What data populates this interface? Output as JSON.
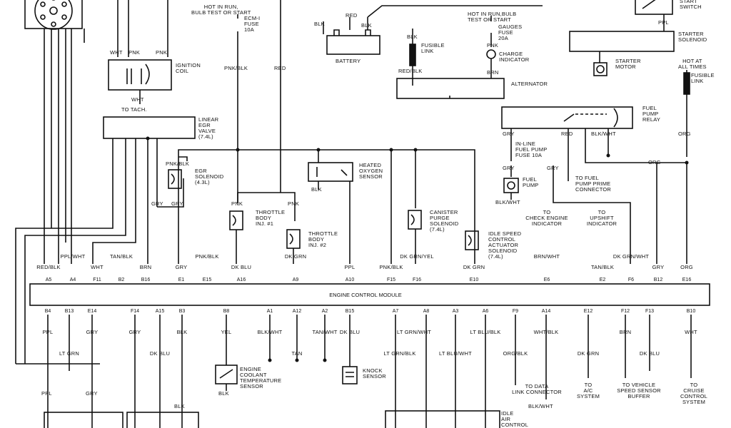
{
  "ecm": {
    "title": "ENGINE CONTROL MODULE"
  },
  "top_labels": {
    "hot_run_bulb": "HOT IN RUN,\nBULB TEST OR START",
    "ecm_fuse": "ECM-I\nFUSE\n10A",
    "hot_run_gauges": "HOT IN RUN,BULB\nTEST OR START",
    "gauges_fuse": "GAUGES\nFUSE\n20A",
    "charge_indicator": "CHARGE\nINDICATOR",
    "start_switch": "START\nSWITCH",
    "starter_solenoid": "STARTER\nSOLENOID",
    "starter_motor": "STARTER\nMOTOR",
    "hot_all_times": "HOT AT\nALL TIMES",
    "fusible_link_r": "FUSIBLE\nLINK",
    "fusible_link": "FUSIBLE\nLINK",
    "battery": "BATTERY",
    "alternator": "ALTERNATOR",
    "ignition_coil": "IGNITION\nCOIL",
    "to_tach": "TO TACH.",
    "linear_egr": "LINEAR\nEGR\nVALVE\n(7.4L)",
    "fuel_pump_relay": "FUEL\nPUMP\nRELAY",
    "inline_fuse": "IN-LINE\nFUEL PUMP\nFUSE 10A",
    "fuel_pump": "FUEL\nPUMP",
    "to_prime": "TO FUEL\nPUMP PRIME\nCONNECTOR",
    "egr_solenoid": "EGR\nSOLENOID\n(4.3L)",
    "heated_o2": "HEATED\nOXYGEN\nSENSOR",
    "throttle1": "THROTTLE\nBODY\nINJ. #1",
    "throttle2": "THROTTLE\nBODY\nINJ. #2",
    "canister": "CANISTER\nPURGE\nSOLENOID\n(7.4L)",
    "idle_speed": "IDLE SPEED\nCONTROL\nACTUATOR\nSOLENOID\n(7.4L)",
    "check_engine": "TO\nCHECK ENGINE\nINDICATOR",
    "upshift": "TO\nUPSHIFT\nINDICATOR",
    "ect_sensor": "ENGINE\nCOOLANT\nTEMPERATURE\nSENSOR",
    "knock_sensor": "KNOCK\nSENSOR",
    "to_data_link": "TO DATA\nLINK CONNECTOR",
    "to_ac": "TO\nA/C\nSYSTEM",
    "to_vss": "TO VEHICLE\nSPEED SENSOR\nBUFFER",
    "to_cruise": "TO\nCRUISE\nCONTROL\nSYSTEM",
    "idle_air": "IDLE\nAIR\nCONTROL"
  },
  "wire_colors": {
    "red1": "RED",
    "blk1": "BLK",
    "blk2": "BLK",
    "blk3": "BLK",
    "redblk": "RED/BLK",
    "pnk": "PNK",
    "brn": "BRN",
    "ppl_top": "PPL",
    "pnkblk": "PNK/BLK",
    "red_mid": "RED",
    "wht1": "WHT",
    "pnk1": "PNK",
    "pnk2": "PNK",
    "wht2": "WHT",
    "pnkblk2": "PNK/BLK",
    "gry1": "GRY",
    "gry2": "GRY",
    "blk_o2": "BLK",
    "pnk_t1": "PNK",
    "pnk_t2": "PNK",
    "gry_fp": "GRY",
    "red_fp": "RED",
    "blkwht_fp": "BLK/WHT",
    "org_fp": "ORG",
    "gry_fp2": "GRY",
    "gry_fp3": "GRY",
    "blkwht_pump": "BLK/WHT",
    "org_mid": "ORG"
  },
  "top_wire_labels": [
    "RED/BLK",
    "PPL/WHT",
    "WHT",
    "TAN/BLK",
    "BRN",
    "GRY",
    "PNK/BLK",
    "DK BLU",
    "DK GRN",
    "PPL",
    "PNK/BLK",
    "DK GRN/YEL",
    "DK GRN",
    "BRN/WHT",
    "TAN/BLK",
    "DK GRN/WHT",
    "GRY",
    "ORG"
  ],
  "top_pins": [
    "A5",
    "A4",
    "F11",
    "B2",
    "B16",
    "E1",
    "E15",
    "A16",
    "A9",
    "A10",
    "F15",
    "F16",
    "E10",
    "E6",
    "E2",
    "F6",
    "B12",
    "E16"
  ],
  "bottom_pins": [
    "B4",
    "B13",
    "E14",
    "F14",
    "A15",
    "B3",
    "B8",
    "A1",
    "A12",
    "A2",
    "B15",
    "A7",
    "A8",
    "A3",
    "A6",
    "F9",
    "A14",
    "E12",
    "F12",
    "F13",
    "B10"
  ],
  "bottom_wire_labels": [
    "PPL",
    "GRY",
    "GRY",
    "BLK",
    "YEL",
    "BLK/WHT",
    "TAN/WHT",
    "DK BLU",
    "LT GRN/WHT",
    "LT BLU/BLK",
    "WHT/BLK",
    "BRN",
    "WHT"
  ],
  "bottom_wire_labels2": [
    "LT GRN",
    "DK BLU",
    "TAN",
    "LT GRN/BLK",
    "LT BLU/WHT",
    "ORG/BLK",
    "DK GRN",
    "DK BLU"
  ],
  "bottom_misc": {
    "ppl": "PPL",
    "gry": "GRY",
    "blk_ect": "BLK",
    "blk_low": "BLK",
    "blkwht_low": "BLK/WHT"
  }
}
